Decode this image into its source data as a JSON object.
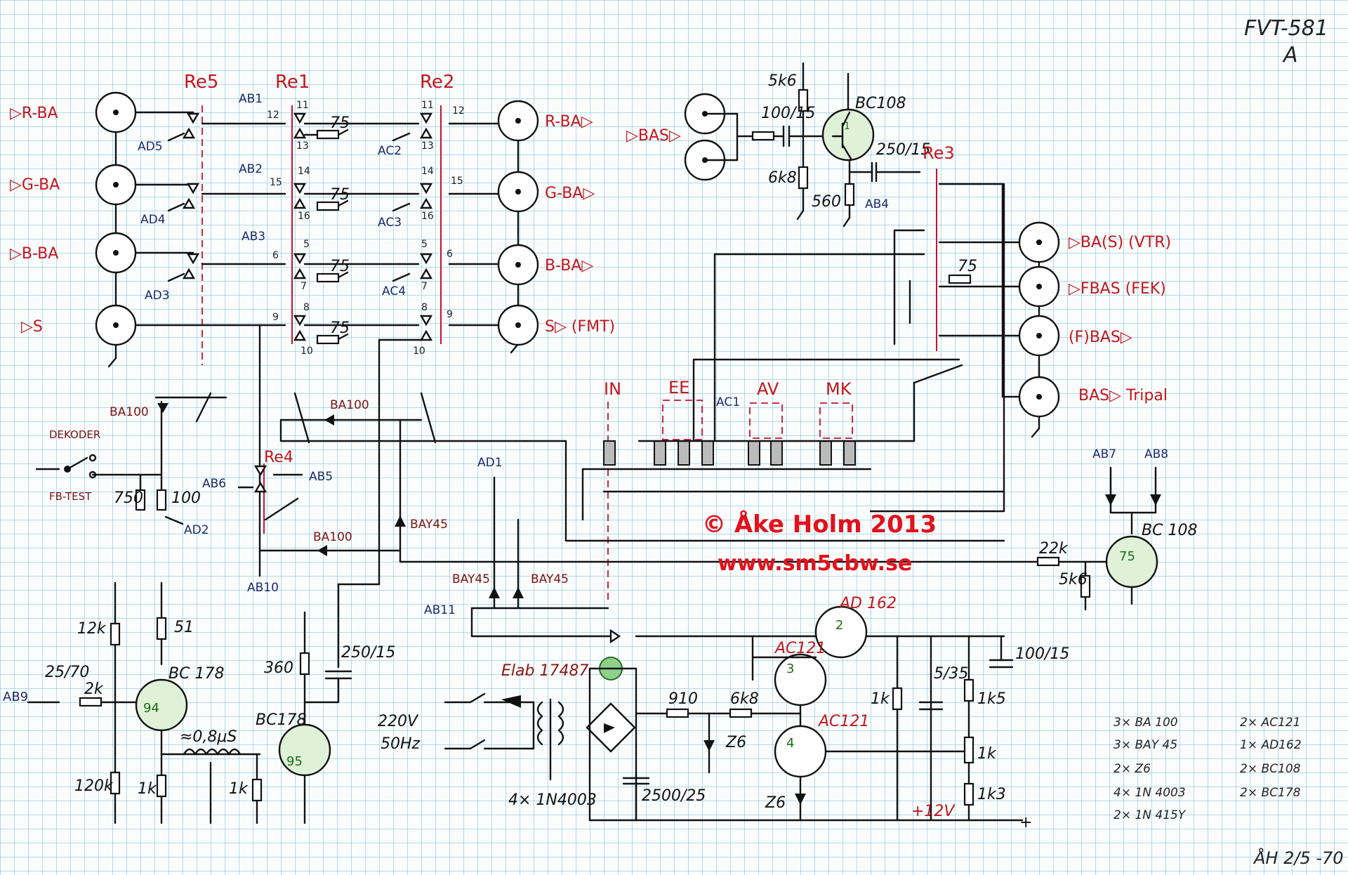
{
  "title": {
    "code": "FVT-581",
    "sheet": "A"
  },
  "signature": "ÅH 2/5 -70",
  "copyright": "© Åke Holm 2013",
  "website": "www.sm5cbw.se",
  "connectors_left": [
    {
      "id": "r-ba",
      "label": "▷R-BA"
    },
    {
      "id": "g-ba",
      "label": "▷G-BA"
    },
    {
      "id": "b-ba",
      "label": "▷B-BA"
    },
    {
      "id": "s",
      "label": "▷S"
    }
  ],
  "connectors_right": [
    {
      "id": "r-ba-out",
      "label": "R-BA▷"
    },
    {
      "id": "g-ba-out",
      "label": "G-BA▷"
    },
    {
      "id": "b-ba-out",
      "label": "B-BA▷"
    },
    {
      "id": "s-out",
      "label": "S▷ (FMT)"
    }
  ],
  "bas_in": "▷BAS▷",
  "outputs_bas": [
    {
      "id": "ba-vtr",
      "label": "▷BA(S) (VTR)"
    },
    {
      "id": "fbas-fek",
      "label": "▷FBAS (FEK)"
    },
    {
      "id": "f-bas",
      "label": "(F)BAS▷"
    },
    {
      "id": "bas-tripal",
      "label": "BAS▷ Tripal"
    }
  ],
  "relays": {
    "re1": "Re1",
    "re2": "Re2",
    "re3": "Re3",
    "re4": "Re4",
    "re5": "Re5"
  },
  "switch_groups": {
    "in": "IN",
    "ee": "EE",
    "av": "AV",
    "mk": "MK"
  },
  "test_points": {
    "ab1": "AB1",
    "ab2": "AB2",
    "ab3": "AB3",
    "ab4": "AB4",
    "ab5": "AB5",
    "ab6": "AB6",
    "ab7": "AB7",
    "ab8": "AB8",
    "ab9": "AB9",
    "ab10": "AB10",
    "ab11": "AB11",
    "ac1": "AC1",
    "ac2": "AC2",
    "ac3": "AC3",
    "ac4": "AC4",
    "ad1": "AD1",
    "ad2": "AD2",
    "ad3": "AD3",
    "ad4": "AD4",
    "ad5": "AD5"
  },
  "pins": {
    "r1": "12",
    "r2": "11",
    "r3": "13",
    "r4": "11",
    "r5": "13",
    "r6": "12",
    "g1": "15",
    "g2": "14",
    "g3": "16",
    "g4": "14",
    "g5": "16",
    "g6": "15",
    "b1": "6",
    "b2": "5",
    "b3": "7",
    "b4": "5",
    "b5": "7",
    "b6": "6",
    "s1": "9",
    "s2": "8",
    "s3": "10",
    "s4": "8",
    "s5": "10",
    "s6": "9"
  },
  "components": {
    "res75": "75",
    "r5k6": "5k6",
    "r6k8": "6k8",
    "r560": "560",
    "c100_15": "100/15",
    "c250_15a": "250/15",
    "bc108": "BC108",
    "bc108b": "BC 108",
    "r22k": "22k",
    "r5k6b": "5k6",
    "ba100a": "BA100",
    "ba100b": "BA100",
    "ba100c": "BA100",
    "bay45a": "BAY45",
    "bay45b": "BAY45",
    "bay45c": "BAY45",
    "dekoder": "DEKODER",
    "fbtest": "FB-TEST",
    "r750": "750",
    "r100": "100",
    "r12k": "12k",
    "r51": "51",
    "r2k": "2k",
    "c25_70": "25/70",
    "bc178a": "BC 178",
    "bc178b": "BC178",
    "r120k": "120k",
    "r1k_a": "1k",
    "ind": "≈0,8μS",
    "r1k_b": "1k",
    "r360": "360",
    "c250_15b": "250/15",
    "ad162": "AD 162",
    "ac121a": "AC121",
    "ac121b": "AC121",
    "elab": "Elab 17487",
    "v220": "220V",
    "hz50": "50Hz",
    "diodes": "4× 1N4003",
    "c2500_25": "2500/25",
    "r910": "910",
    "r6k8b": "6k8",
    "z6a": "Z6",
    "z6b": "Z6",
    "r1k_c": "1k",
    "c5_35": "5/35",
    "r1k5": "1k5",
    "pot1k": "1k",
    "r1k3": "1k3",
    "c100_15b": "100/15",
    "v12": "+12V",
    "plus": "+"
  },
  "transistor_nums": {
    "t1": "1",
    "t75": "75",
    "t94": "94",
    "t95": "95",
    "t2": "2",
    "t3": "3",
    "t4": "4"
  },
  "bom_left": [
    "3× BA 100",
    "3× BAY 45",
    "2× Z6",
    "4× 1N 4003",
    "2× 1N 415Y"
  ],
  "bom_right": [
    "2× AC121",
    "1× AD162",
    "2× BC108",
    "2× BC178"
  ]
}
